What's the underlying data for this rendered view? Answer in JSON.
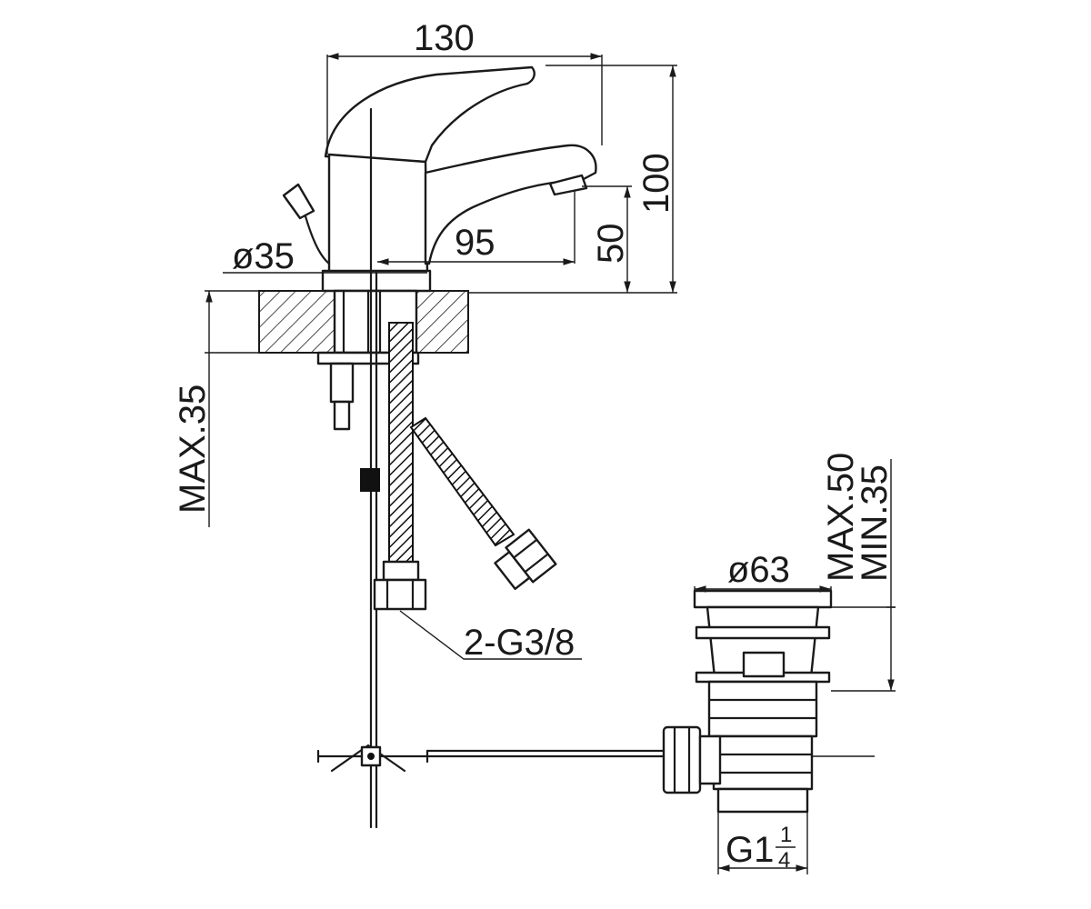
{
  "dimensions": {
    "width_130": "130",
    "height_100": "100",
    "spout_95": "95",
    "height_50": "50",
    "diameter_35": "ø35",
    "deck_max_35": "MAX.35",
    "connection_g38": "2-G3/8",
    "waste_diameter_63": "ø63",
    "waste_max_50": "MAX.50",
    "waste_min_35": "MIN.35",
    "waste_thread": "G1",
    "waste_thread_num": "1",
    "waste_thread_den": "4"
  },
  "colors": {
    "line": "#1a1a1a",
    "background": "#ffffff"
  }
}
